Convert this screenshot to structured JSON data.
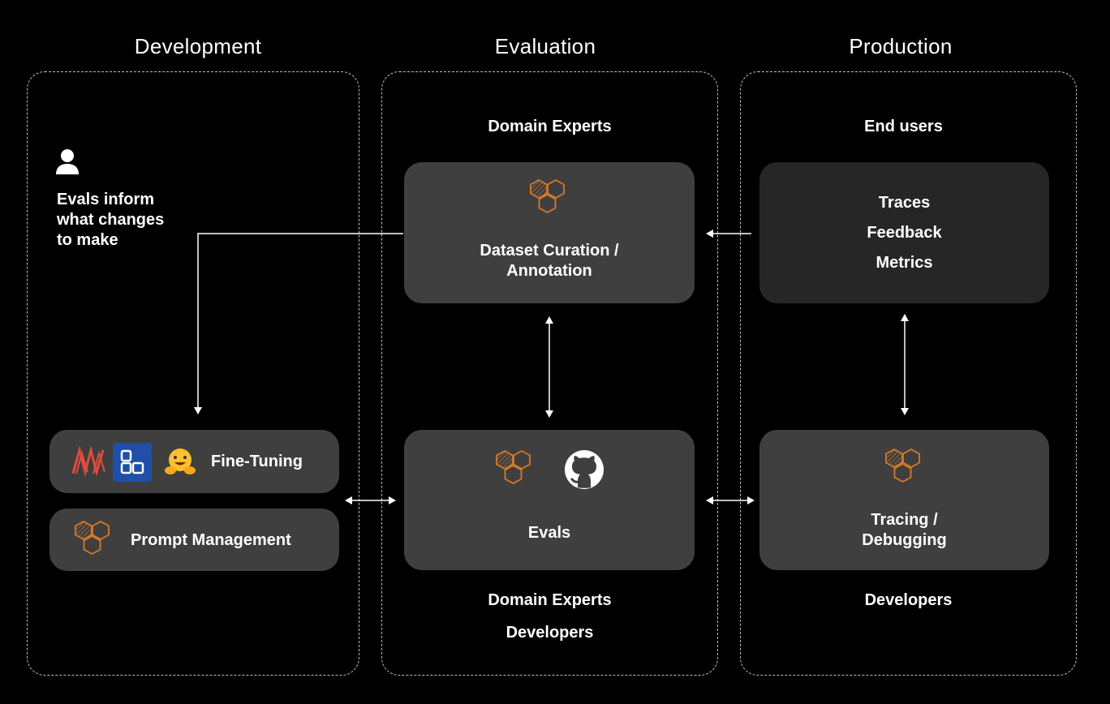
{
  "columns": {
    "development": "Development",
    "evaluation": "Evaluation",
    "production": "Production"
  },
  "development": {
    "icon": "user-icon",
    "note_lines": [
      "Evals inform",
      "what changes",
      "to make"
    ],
    "fine_tuning": "Fine-Tuning",
    "prompt_management": "Prompt Management"
  },
  "evaluation": {
    "top_label": "Domain Experts",
    "dataset_box": [
      "Dataset Curation /",
      "Annotation"
    ],
    "evals_box": "Evals",
    "bottom_labels": [
      "Domain Experts",
      "Developers"
    ]
  },
  "production": {
    "top_label": "End users",
    "signals": [
      "Traces",
      "Feedback",
      "Metrics"
    ],
    "tracing_box": [
      "Tracing /",
      "Debugging"
    ],
    "bottom_label": "Developers"
  },
  "colors": {
    "background": "#000000",
    "box": "#3f3f3f",
    "box_dark": "#262626",
    "accent_orange": "#d77a28",
    "tool_red": "#e04b3c",
    "tool_blue": "#1f4fa8",
    "hf_yellow": "#ffbf2e"
  }
}
